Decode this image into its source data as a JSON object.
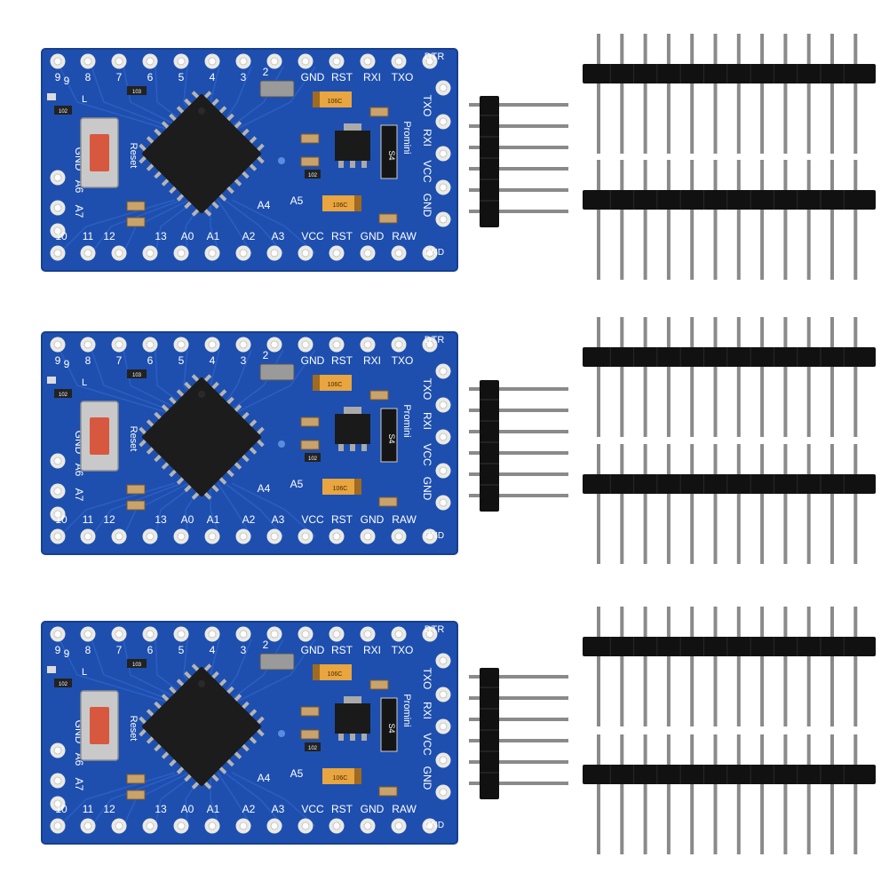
{
  "scene": {
    "description_free": true,
    "boards": [
      {
        "id": "board-1",
        "placement": "top"
      },
      {
        "id": "board-2",
        "placement": "middle"
      },
      {
        "id": "board-3",
        "placement": "bottom"
      }
    ]
  },
  "silkscreen": {
    "top_row": [
      "9",
      "8",
      "7",
      "6",
      "5",
      "4",
      "3",
      "2",
      "GND",
      "RST",
      "RXI",
      "TXO"
    ],
    "dtr": "DTR",
    "right_col": [
      "TXO",
      "RXI",
      "VCC",
      "GND"
    ],
    "bottom_row": [
      "10",
      "11",
      "12",
      "13",
      "A0",
      "A1",
      "A2",
      "A3",
      "VCC",
      "RST",
      "GND",
      "RAW"
    ],
    "bottom_right": "GND",
    "left_col": [
      "GND",
      "A6",
      "A7"
    ],
    "a4": "A4",
    "a5": "A5",
    "reset": "Reset",
    "led_l": "L",
    "promini": "Promini",
    "s4": "S4",
    "res_103": "103",
    "res_102a": "102",
    "res_102b": "102",
    "cap_top": "106C",
    "cap_bot": "106C"
  },
  "colors": {
    "pcb_blue": "#1e4fae",
    "pcb_edge": "#173f8f",
    "pad_gold": "#e9e9e6",
    "chip_black": "#1c1c1c",
    "button_red": "#d8583f",
    "button_metal": "#c9c9c9",
    "cap_orange": "#e8a540",
    "pin_black": "#111111",
    "pin_metal": "#8a8a8a"
  }
}
